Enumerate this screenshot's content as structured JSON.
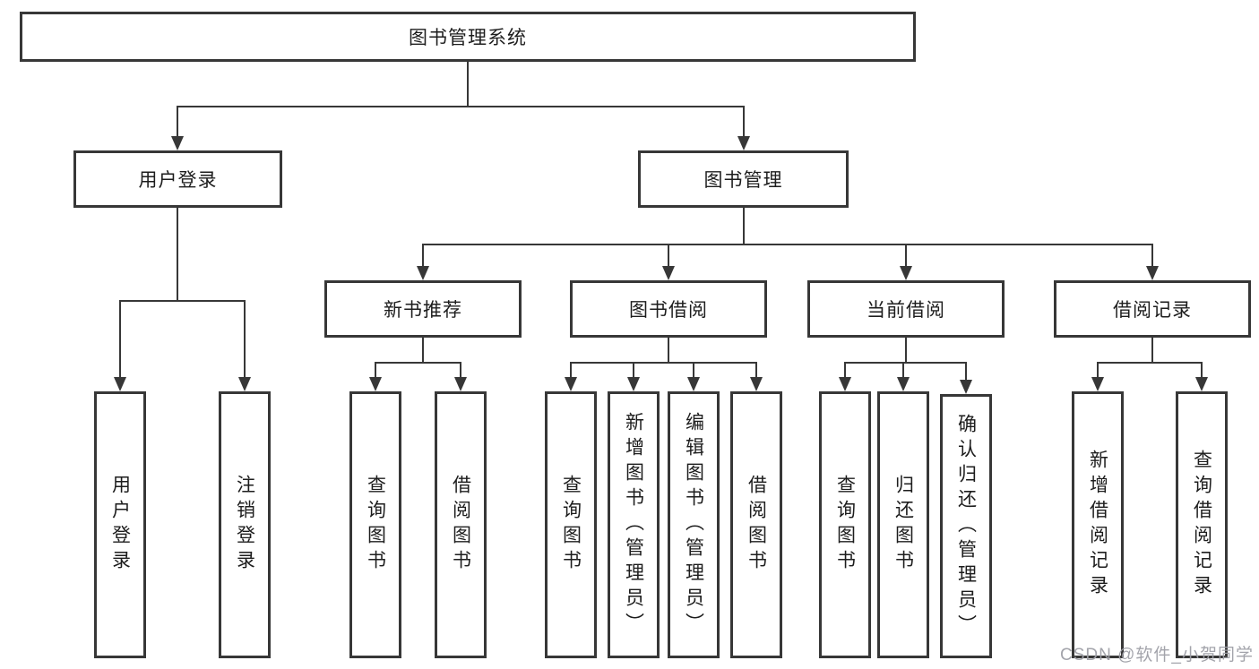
{
  "diagram": {
    "root": {
      "label": "图书管理系统"
    },
    "branches": [
      {
        "label": "用户登录",
        "children": [
          {
            "label": "用户登录"
          },
          {
            "label": "注销登录"
          }
        ]
      },
      {
        "label": "图书管理",
        "children": [
          {
            "label": "新书推荐",
            "children": [
              {
                "label": "查询图书"
              },
              {
                "label": "借阅图书"
              }
            ]
          },
          {
            "label": "图书借阅",
            "children": [
              {
                "label": "查询图书"
              },
              {
                "label": "新增图书（管理员）"
              },
              {
                "label": "编辑图书（管理员）"
              },
              {
                "label": "借阅图书"
              }
            ]
          },
          {
            "label": "当前借阅",
            "children": [
              {
                "label": "查询图书"
              },
              {
                "label": "归还图书"
              },
              {
                "label": "确认归还（管理员）"
              }
            ]
          },
          {
            "label": "借阅记录",
            "children": [
              {
                "label": "新增借阅记录"
              },
              {
                "label": "查询借阅记录"
              }
            ]
          }
        ]
      }
    ],
    "watermark": "CSDN @软件_小贺同学",
    "colors": {
      "line": "#373737",
      "text": "#1d1d1d",
      "background": "#ffffff",
      "watermark": "#9e9fa6"
    }
  }
}
